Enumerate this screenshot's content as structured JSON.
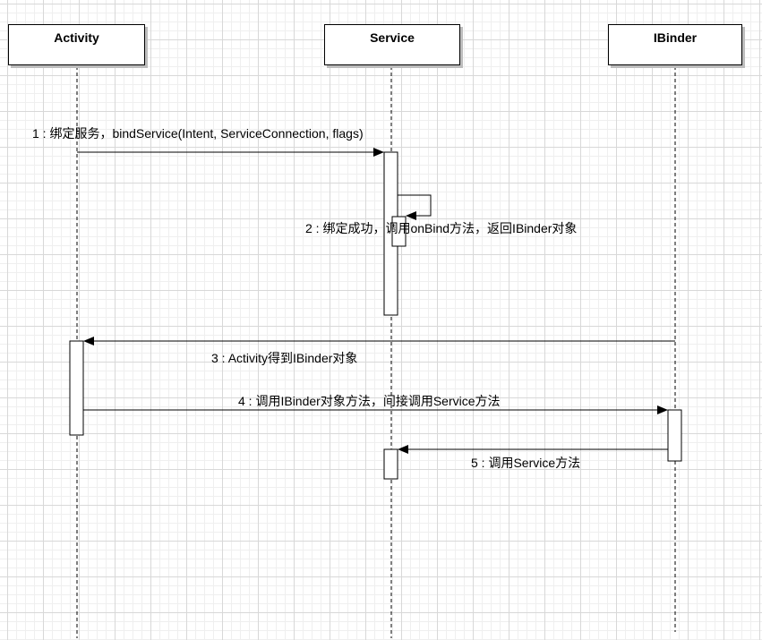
{
  "lifelines": [
    {
      "name": "Activity"
    },
    {
      "name": "Service"
    },
    {
      "name": "IBinder"
    }
  ],
  "messages": [
    {
      "num": "1",
      "text": "绑定服务，bindService(Intent, ServiceConnection, flags)"
    },
    {
      "num": "2",
      "text": "绑定成功，调用onBind方法，返回IBinder对象"
    },
    {
      "num": "3",
      "text": "Activity得到IBinder对象"
    },
    {
      "num": "4",
      "text": "调用IBinder对象方法，间接调用Service方法"
    },
    {
      "num": "5",
      "text": "调用Service方法"
    }
  ],
  "colors": {
    "line": "#000000",
    "box_border": "#000000",
    "box_shadow": "#bdbdbd",
    "grid_major": "#d8d8d8",
    "grid_minor": "#efefef"
  }
}
